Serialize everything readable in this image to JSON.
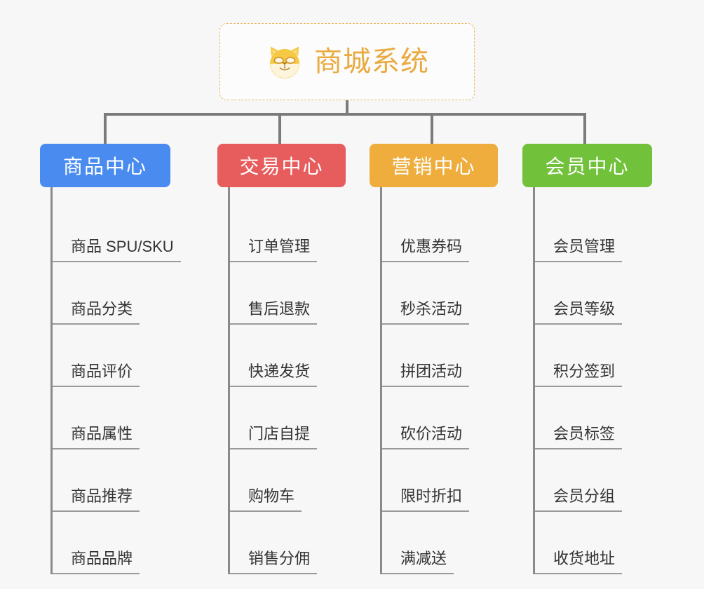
{
  "root": {
    "title": "商城系统",
    "icon": "shiba-dog-icon",
    "title_color": "#e9aa3e",
    "border_color": "#e9b964",
    "background": "#fcfcfc"
  },
  "page": {
    "background": "#f7f7f7",
    "connector_color": "#7b7b7b"
  },
  "categories": [
    {
      "label": "商品中心",
      "color": "#4a8bf0",
      "items": [
        "商品 SPU/SKU",
        "商品分类",
        "商品评价",
        "商品属性",
        "商品推荐",
        "商品品牌"
      ]
    },
    {
      "label": "交易中心",
      "color": "#e75c5c",
      "items": [
        "订单管理",
        "售后退款",
        "快递发货",
        "门店自提",
        "购物车",
        "销售分佣"
      ]
    },
    {
      "label": "营销中心",
      "color": "#eead3c",
      "items": [
        "优惠券码",
        "秒杀活动",
        "拼团活动",
        "砍价活动",
        "限时折扣",
        "满减送"
      ]
    },
    {
      "label": "会员中心",
      "color": "#72c13b",
      "items": [
        "会员管理",
        "会员等级",
        "积分签到",
        "会员标签",
        "会员分组",
        "收货地址"
      ]
    }
  ]
}
